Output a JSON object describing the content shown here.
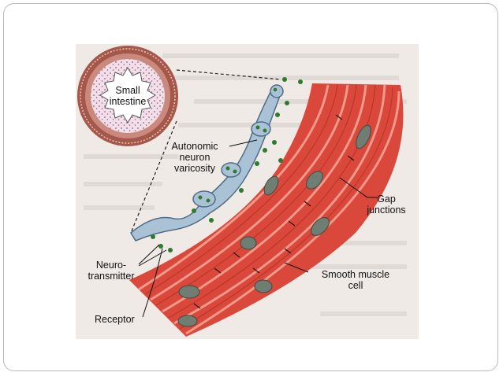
{
  "figure": {
    "inset": {
      "line1": "Small",
      "line2": "intestine"
    },
    "labels": {
      "autonomic": [
        "Autonomic",
        "neuron",
        "varicosity"
      ],
      "gap": [
        "Gap",
        "junctions"
      ],
      "neurotransmitter": [
        "Neuro-",
        "transmitter"
      ],
      "smooth_muscle": [
        "Smooth muscle",
        "cell"
      ],
      "receptor": "Receptor"
    },
    "colors": {
      "muscle": "#d9483a",
      "muscle_light": "#ec7b6b",
      "nucleus": "#6f7d72",
      "neuron": "#a9c2d6",
      "vesicle": "#2f7a2f",
      "background": "#f0eae6"
    }
  }
}
